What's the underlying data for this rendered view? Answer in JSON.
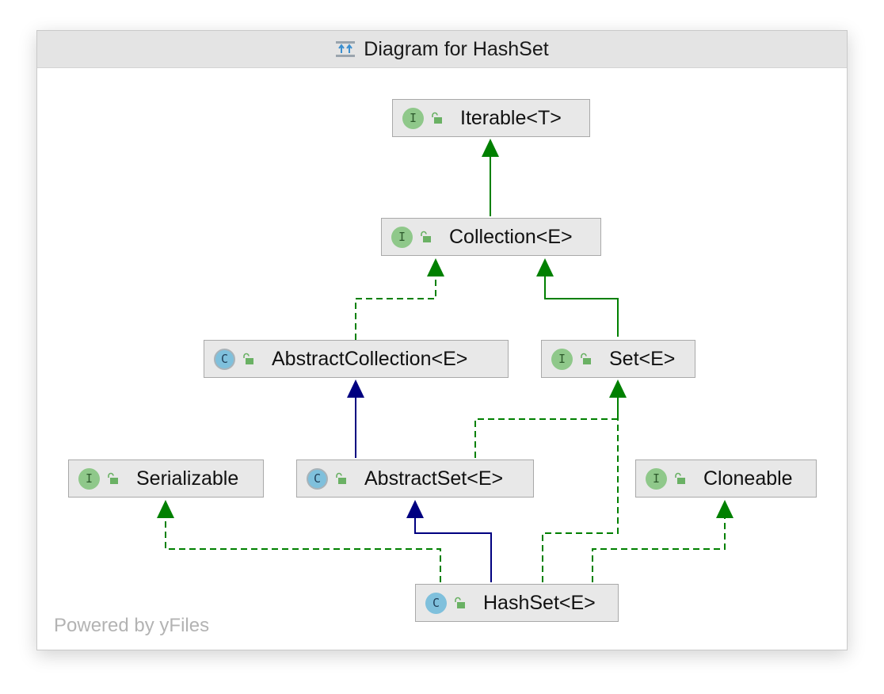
{
  "window": {
    "title": "Diagram for HashSet"
  },
  "nodes": {
    "iterable": {
      "kind": "I",
      "label": "Iterable<T>"
    },
    "collection": {
      "kind": "I",
      "label": "Collection<E>"
    },
    "abstract_collection": {
      "kind": "C",
      "label": "AbstractCollection<E>"
    },
    "set": {
      "kind": "I",
      "label": "Set<E>"
    },
    "serializable": {
      "kind": "I",
      "label": "Serializable"
    },
    "abstract_set": {
      "kind": "C",
      "label": "AbstractSet<E>"
    },
    "cloneable": {
      "kind": "I",
      "label": "Cloneable"
    },
    "hashset": {
      "kind": "C",
      "label": "HashSet<E>"
    }
  },
  "footer": {
    "powered_by": "Powered by yFiles"
  },
  "colors": {
    "extends_edge": "#000080",
    "implements_edge": "#008000",
    "interface_badge": "#8fc88a",
    "class_badge": "#7fc0dc",
    "node_fill": "#e8e8e8"
  },
  "icons": {
    "title": "diagram-icon",
    "node_access": "unlocked-public-icon"
  }
}
